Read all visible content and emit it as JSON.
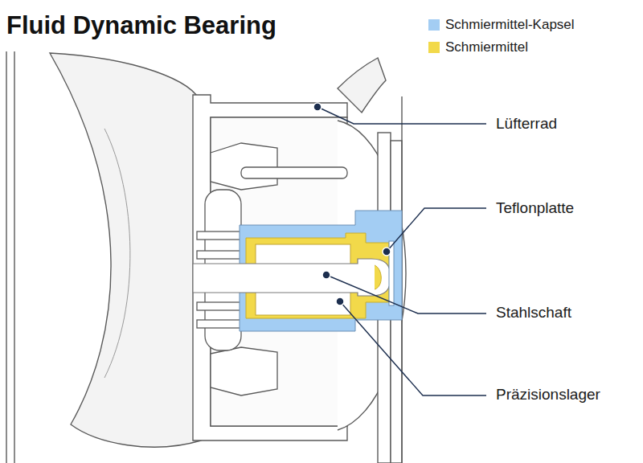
{
  "diagram": {
    "title": "Fluid Dynamic Bearing",
    "labels": [
      "Lüfterrad",
      "Teflonplatte",
      "Stahlschaft",
      "Präzisionslager"
    ],
    "legend": [
      {
        "text": "Schmiermittel-Kapsel",
        "color": "#a3cdf3"
      },
      {
        "text": "Schmiermittel",
        "color": "#f2d94a"
      }
    ]
  }
}
